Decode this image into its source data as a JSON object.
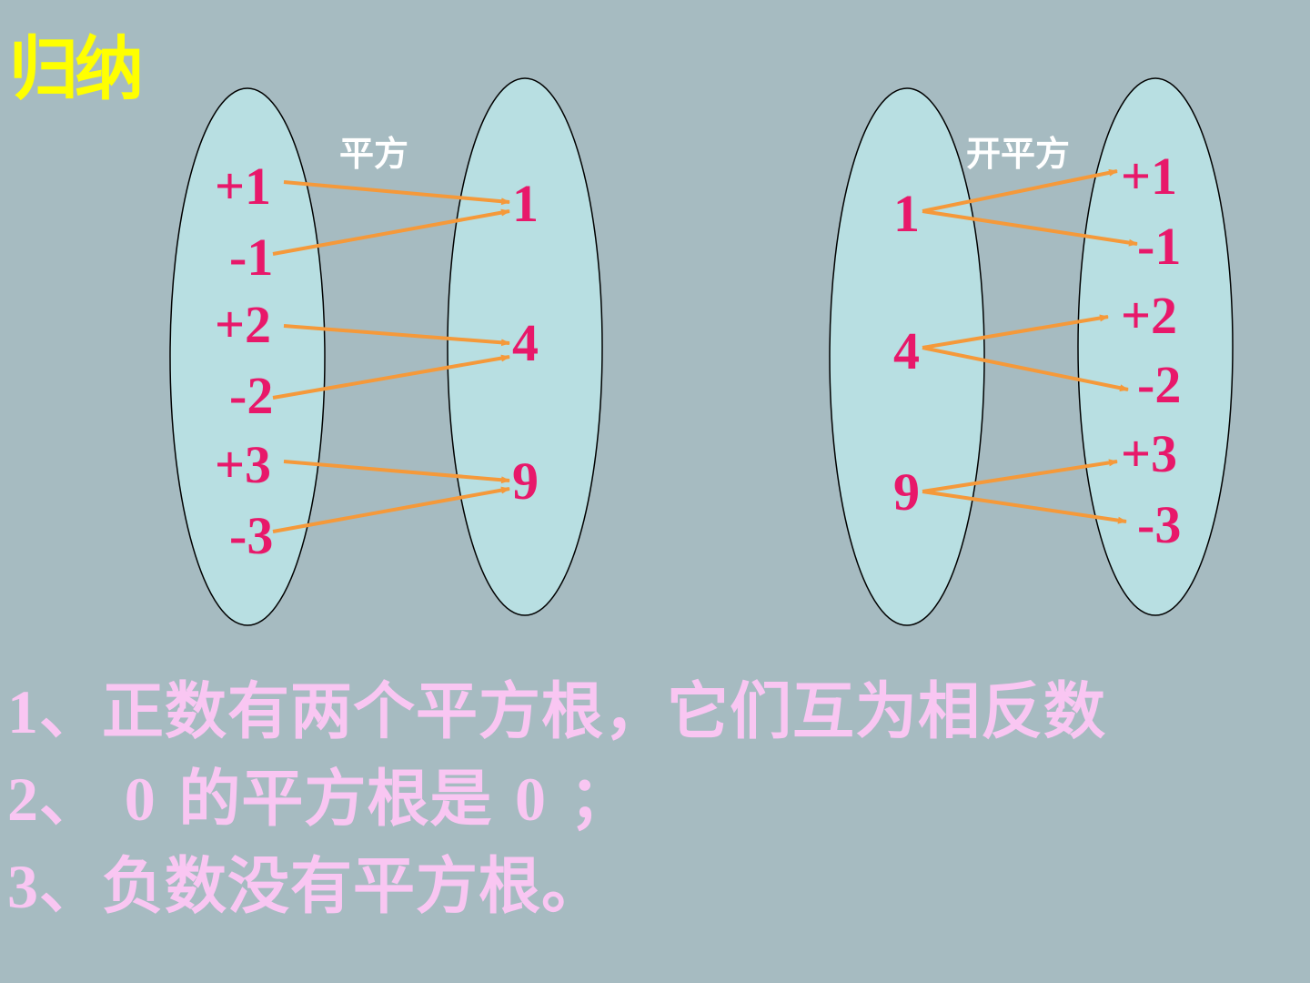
{
  "title": "归纳",
  "diagrams": [
    {
      "label": "平方",
      "left": [
        "+1",
        "-1",
        "+2",
        "-2",
        "+3",
        "-3"
      ],
      "right": [
        "1",
        "4",
        "9"
      ],
      "arrows": [
        [
          0,
          0
        ],
        [
          1,
          0
        ],
        [
          2,
          1
        ],
        [
          3,
          1
        ],
        [
          4,
          2
        ],
        [
          5,
          2
        ]
      ]
    },
    {
      "label": "开平方",
      "left": [
        "1",
        "4",
        "9"
      ],
      "right": [
        "+1",
        "-1",
        "+2",
        "-2",
        "+3",
        "-3"
      ],
      "arrows": [
        [
          0,
          0
        ],
        [
          0,
          1
        ],
        [
          1,
          2
        ],
        [
          1,
          3
        ],
        [
          2,
          4
        ],
        [
          2,
          5
        ]
      ]
    }
  ],
  "summary": [
    {
      "num": "1",
      "text": "、正数有两个平方根，它们互为相反数"
    },
    {
      "num": "2",
      "text": "、 ",
      "num2": "0",
      "text2": " 的平方根是 ",
      "num3": "0",
      "text3": " ；"
    },
    {
      "num": "3",
      "text": "、负数没有平方根。"
    }
  ],
  "colors": {
    "background": "#a6bbc1",
    "ellipse_fill": "#b8dfe2",
    "number": "#e8186a",
    "arrow": "#f5993a",
    "title": "#ffff00",
    "summary": "#f9c6f2"
  }
}
